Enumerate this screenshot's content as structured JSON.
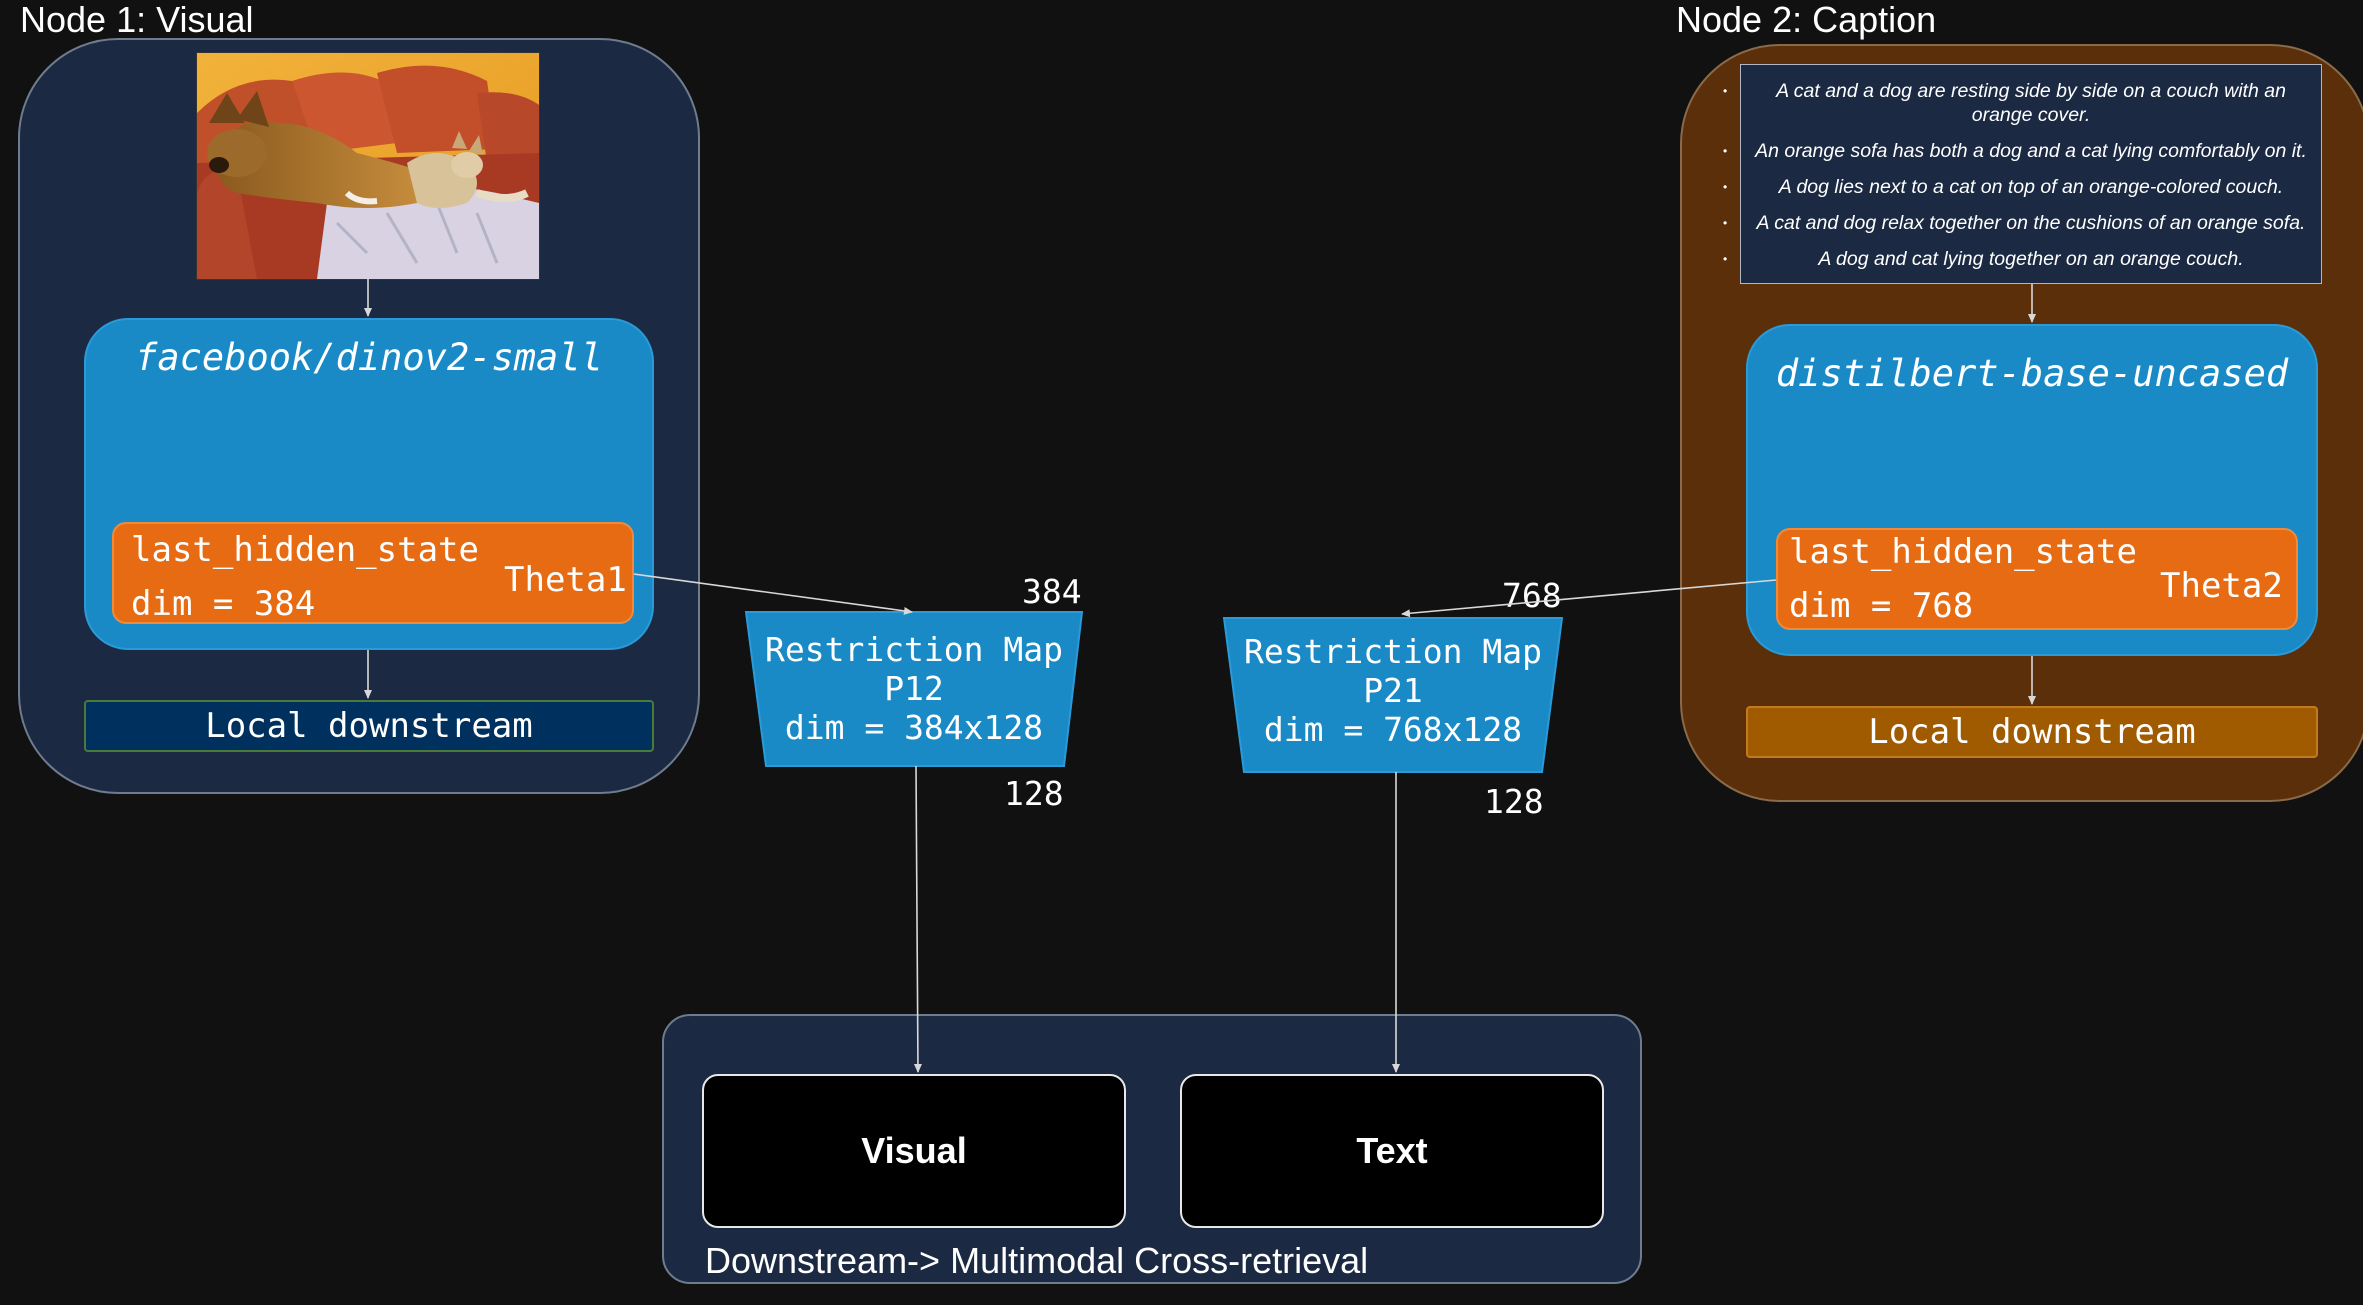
{
  "node1": {
    "title": "Node 1: Visual",
    "model_name": "facebook/dinov2-small",
    "hidden_state_label": "last_hidden_state",
    "dim_label": "dim = 384",
    "theta_label": "Theta1",
    "local_downstream_label": "Local downstream"
  },
  "node2": {
    "title": "Node 2: Caption",
    "captions": [
      "A cat and a dog are resting side by side on a couch with an orange cover.",
      "An orange sofa has both a dog and a cat lying comfortably on it.",
      "A dog lies next to a cat on top of an orange-colored couch.",
      "A cat and dog relax together on the cushions of an orange sofa.",
      "A dog and cat lying  together on an orange couch."
    ],
    "model_name": "distilbert-base-uncased",
    "hidden_state_label": "last_hidden_state",
    "dim_label": "dim = 768",
    "theta_label": "Theta2",
    "local_downstream_label": "Local downstream"
  },
  "restriction_maps": [
    {
      "line1": "Restriction Map",
      "line2": "P12",
      "line3": "dim = 384x128",
      "in_dim": "384",
      "out_dim": "128"
    },
    {
      "line1": "Restriction Map",
      "line2": "P21",
      "line3": "dim = 768x128",
      "in_dim": "768",
      "out_dim": "128"
    }
  ],
  "downstream": {
    "visual_label": "Visual",
    "text_label": "Text",
    "title": "Downstream-> Multimodal Cross-retrieval"
  },
  "colors": {
    "background": "#111111",
    "visual_panel": "#1b2a42",
    "caption_panel": "#5a2f0a",
    "model_box": "#1a8ac6",
    "hidden_state_box": "#e66b12",
    "local_downstream_visual": "#00305e",
    "local_downstream_caption": "#a05a00",
    "connector": "#d8d8d8"
  }
}
